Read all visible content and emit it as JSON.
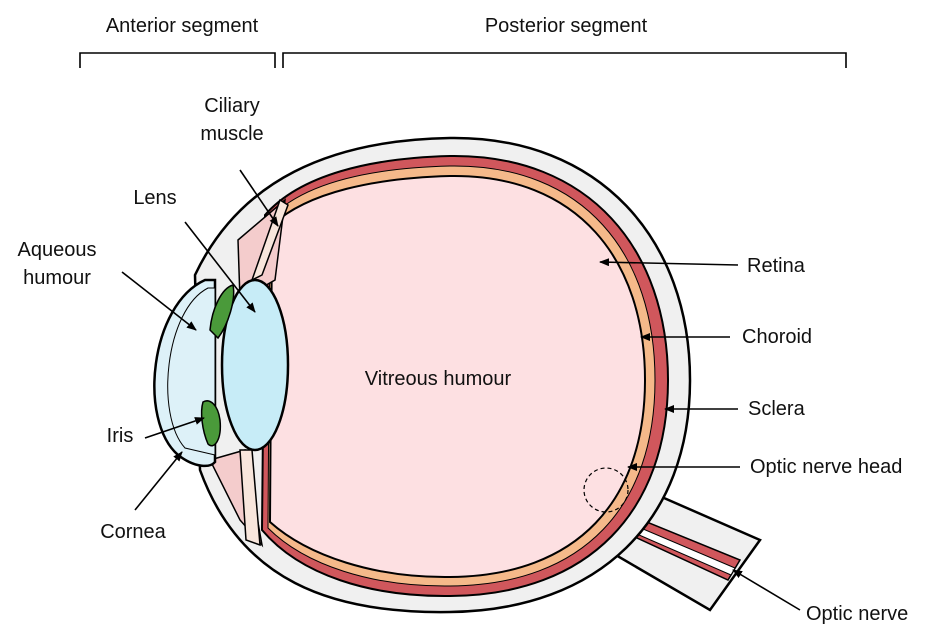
{
  "diagram": {
    "segments": {
      "anterior": "Anterior segment",
      "posterior": "Posterior segment"
    },
    "labels": {
      "ciliary_muscle_line1": "Ciliary",
      "ciliary_muscle_line2": "muscle",
      "lens": "Lens",
      "aqueous_line1": "Aqueous",
      "aqueous_line2": "humour",
      "iris": "Iris",
      "cornea": "Cornea",
      "vitreous": "Vitreous humour",
      "retina": "Retina",
      "choroid": "Choroid",
      "sclera": "Sclera",
      "optic_nerve_head": "Optic nerve head",
      "optic_nerve": "Optic nerve"
    },
    "colors": {
      "sclera": "#f0f0f0",
      "choroid": "#d0575c",
      "retina": "#f5b98a",
      "vitreous": "#fde0e2",
      "lens": "#c7ecf7",
      "aqueous": "#ddf1f8",
      "iris": "#4a9a3a",
      "ciliary": "#f4cccc",
      "outline": "#000000"
    }
  }
}
